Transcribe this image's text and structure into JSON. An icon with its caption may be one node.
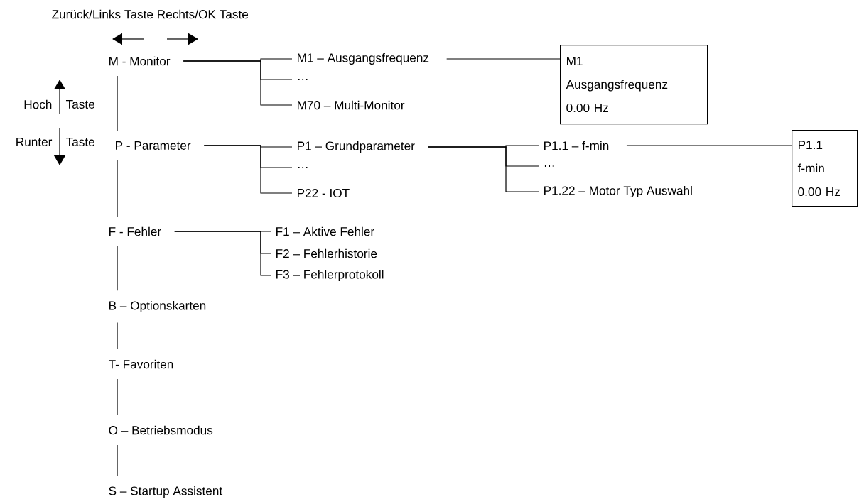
{
  "diagram": {
    "nodes": [
      {
        "text": [
          "M - Monitor"
        ]
      },
      {
        "text": [
          "P - Parameter"
        ]
      },
      {
        "text": [
          "F - Fehler"
        ]
      },
      {
        "text": [
          "B – Optionskarten"
        ]
      },
      {
        "text": [
          "T- Favoriten"
        ]
      },
      {
        "text": [
          "O – Betriebsmodus"
        ]
      },
      {
        "text": [
          "S – Startup Assistent"
        ]
      },
      {
        "text": [
          "M1 – Ausgangsfrequenz"
        ]
      },
      {
        "text": [
          "…"
        ]
      },
      {
        "text": [
          "M70 – Multi-Monitor"
        ]
      },
      {
        "text": [
          "M1",
          "Ausgangsfrequenz",
          "0.00 Hz"
        ]
      },
      {
        "text": [
          "P1 – Grundparameter"
        ]
      },
      {
        "text": [
          "…"
        ]
      },
      {
        "text": [
          "P22 - IOT"
        ]
      },
      {
        "text": [
          "P1.1 – f-min"
        ]
      },
      {
        "text": [
          "…"
        ]
      },
      {
        "text": [
          "P1.22 – Motor Typ Auswahl"
        ]
      },
      {
        "text": [
          "P1.1",
          "f-min",
          "0.00 Hz"
        ]
      },
      {
        "text": [
          "F1 – Aktive Fehler"
        ]
      },
      {
        "text": [
          "F2 – Fehlerhistorie"
        ]
      },
      {
        "text": [
          "F3 – Fehlerprotokoll"
        ]
      }
    ],
    "edges": [
      {
        "from": 0,
        "to": 1,
        "arrow": "none"
      },
      {
        "from": 1,
        "to": 2,
        "arrow": "none"
      },
      {
        "from": 2,
        "to": 3,
        "arrow": "none"
      },
      {
        "from": 3,
        "to": 4,
        "arrow": "none"
      },
      {
        "from": 4,
        "to": 5,
        "arrow": "none"
      },
      {
        "from": 5,
        "to": 6,
        "arrow": "none"
      },
      {
        "from": 0,
        "to": 7,
        "arrow": "none"
      },
      {
        "from": 0,
        "to": 8,
        "arrow": "none"
      },
      {
        "from": 0,
        "to": 9,
        "arrow": "none"
      },
      {
        "from": 7,
        "to": 10,
        "arrow": "none"
      },
      {
        "from": 1,
        "to": 11,
        "arrow": "none"
      },
      {
        "from": 1,
        "to": 12,
        "arrow": "none"
      },
      {
        "from": 1,
        "to": 13,
        "arrow": "none"
      },
      {
        "from": 11,
        "to": 14,
        "arrow": "none"
      },
      {
        "from": 11,
        "to": 15,
        "arrow": "none"
      },
      {
        "from": 11,
        "to": 16,
        "arrow": "none"
      },
      {
        "from": 14,
        "to": 17,
        "arrow": "none"
      },
      {
        "from": 2,
        "to": 18,
        "arrow": "none"
      },
      {
        "from": 2,
        "to": 19,
        "arrow": "none"
      },
      {
        "from": 2,
        "to": 20,
        "arrow": "none"
      }
    ],
    "labels": [
      "Zurück/Links Taste Rechts/OK Taste",
      "Hoch",
      "Taste",
      "Runter",
      "Taste"
    ]
  }
}
